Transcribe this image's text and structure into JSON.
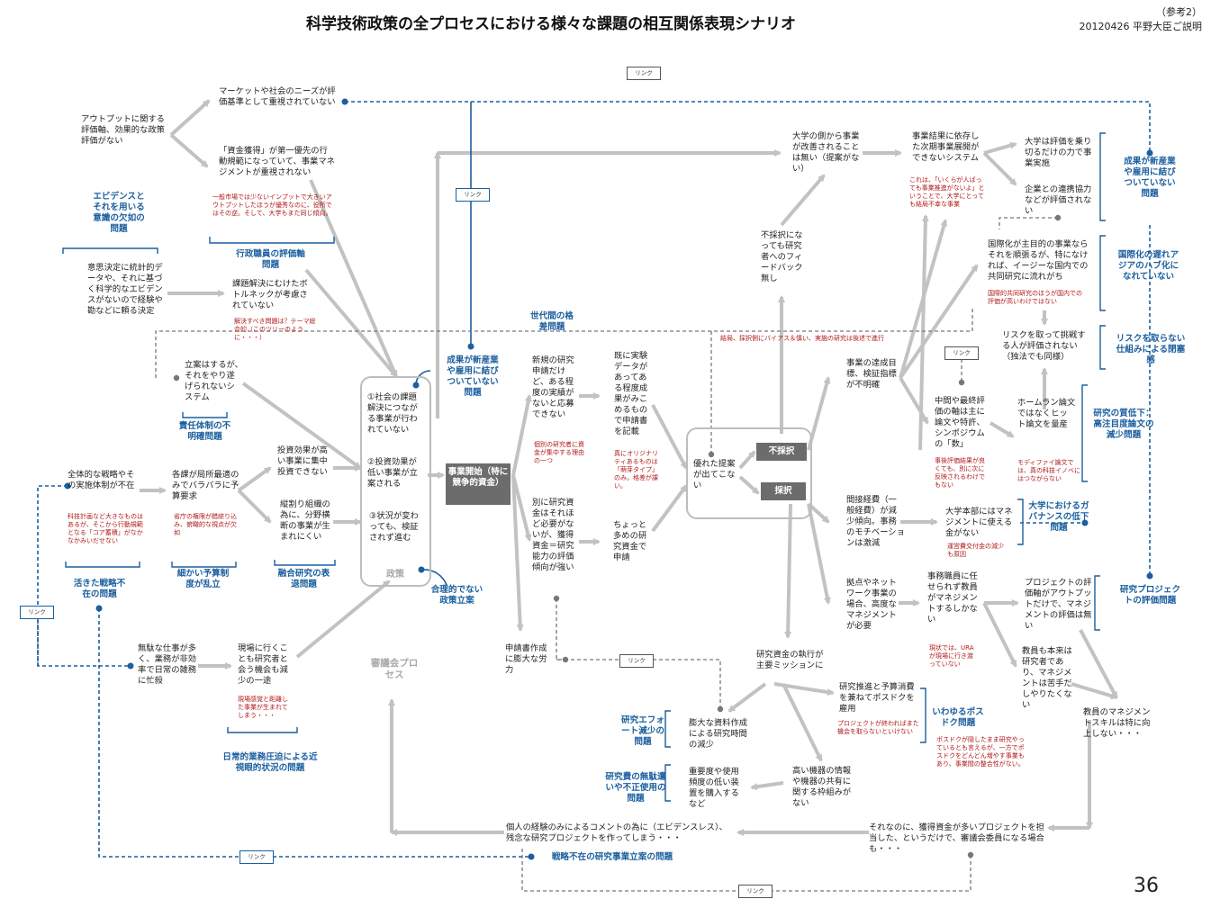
{
  "header": {
    "title": "科学技術政策の全プロセスにおける様々な課題の相互関係表現シナリオ",
    "ref": "（参考2）",
    "date": "20120426 平野大臣ご説明"
  },
  "page_number": "36",
  "link_label": "リンク",
  "nodes": {
    "output_eval": "アウトプットに関する評価軸、効果的な政策評価がない",
    "market_needs": "マーケットや社会のニーズが評価基準として重視されていない",
    "funding_first": "「資金獲得」が第一優先の行動規範になっていて、事業マネジメントが重視されない",
    "market_note": "一般市場では少ないインプットで大きいアウトプットしたほうが優秀なのに、役所ではその逆。そして、大学もまた同じ傾向。",
    "decision": "意思決定に統計的データや、それに基づく科学的なエビデンスがないので経験や勘などに頼る決定",
    "bottleneck": "課題解決にむけたボトルネックが考慮されていない",
    "bottleneck_note": "解決すべき問題は？テーマ総合的（このツリーのように・・・）",
    "plan_no_follow": "立案はするが、それをやり遂げられないシステム",
    "strategy": "全体的な戦略やその実施体制が不在",
    "strategy_note": "科技計画など大きなものはあるが、そこから行動規範となる「コア蓄積」がなかなかみいだせない",
    "ministry_budget": "各課が局所最適のみでバラバラに予算要求",
    "ministry_note": "省庁の権限が錯綜り込み、俯瞰的な視点が欠如",
    "invest_low": "投資効果が高い事業に集中投資できない",
    "vertical": "縦割り組織の為に、分野横断の事業が生まれにくい",
    "busy": "無駄な仕事が多く、業務が非効率で日常の雑務に忙殺",
    "site": "現場に行くことも研究者と会う機会も減少の一途",
    "site_note": "現場感覚と距離した事業が生まれてしまう・・・",
    "policy_1": "①社会の課題解決につながる事業が行われていない",
    "policy_2": "②投資効果が低い事業が立案される",
    "policy_3": "③状況が変わっても、検証されず進む",
    "new_apply": "新規の研究申請だけど、ある程度の実績がないと応募できない",
    "new_apply_note": "個別の研究者に資金が集中する理由の一つ",
    "already": "既に実験データがあってある程度成果がみこめるもので申請書を記載",
    "already_note": "真にオリジナリティあるものは「萌芽タイプ」のみ。格差が課い。",
    "separate": "別に研究資金はそれほど必要がないが、獲得資金＝研究能力の評価傾向が強い",
    "small": "ちょっと多めの研究資金で申請",
    "paper_work": "申請書作成に膨大な労力",
    "good_proposal": "優れた提案が出てこない",
    "no_feedback": "不採択になっても研究者へのフィードバック無し",
    "univ_not_improve": "大学の側から事業が改善されることは無い（提案がない）",
    "after_project": "事業結果に依存した次期事業展開ができないシステム",
    "after_note": "これは、「いくらが人ばっても事業推進がないよ」ということで、大学にとっても結局不幸な事業",
    "univ_eval": "大学は評価を乗り切るだけの力で事業実施",
    "univ_collab": "企業との連携協力などが評価されない",
    "global": "国際化が主目的の事業ならそれを順張るが、特になければ、イージーな国内での共同研究に流れがち",
    "global_note": "国際的共同研究のほうが国内での評価が高いわけではない",
    "risk": "リスクを取って挑戦する人が評価されない（独法でも同様）",
    "home_run": "ホームラン論文ではなくヒット論文を量産",
    "home_note": "モディファイ論文では、真の科技イノベにはつながらない",
    "mid_eval": "中間や最終評価の軸は主に論文や特許、シンポジウムの「数」",
    "mid_note": "事後評価結果が良くても、別に次に反映されるわけでもない",
    "achieve": "事業の達成目標、検証指標が不明確",
    "indirect": "間接経費（一般経費）が減少傾向。事務のモチベーションは激減",
    "univ_mgmt": "大学本部にはマネジメントに使える金がない",
    "univ_mgmt_note": "運営費交付金の減少も原因",
    "network": "拠点やネットワーク事業の場合、高度なマネジメントが必要",
    "staff": "事務職員に任せられず教員がマネジメントするしかない",
    "staff_note": "現状では、URAが現場に行き渡っていない",
    "proj_eval": "プロジェクトの評価軸がアウトプットだけで、マネジメントの評価は無い",
    "teacher": "教員も本来は研究者であり、マネジメントは苦手だしやりたくない",
    "teacher_mgmt": "教員のマネジメントスキルは特に向上しない・・・",
    "mission": "研究資金の執行が主要ミッションに",
    "postdoc": "研究推進と予算消費を兼ねてポスドクを雇用",
    "postdoc_note": "プロジェクトが終わればまた機会を取らないといけない",
    "postdoc_note2": "ポスドクが隠したまま研究やっているとも言えるが、一方でポスドクをどんどん増やす事業もあり、事業間の整合性がない。",
    "docs": "膨大な資料作成による研究時間の減少",
    "equipment_low": "重要度や使用頻度の低い装置を購入するなど",
    "equipment_high": "高い機器の情報や機器の共有に関する枠組みがない",
    "personal": "個人の経験のみによるコメントの為に（エビデンスレス）、残念な研究プロジェクトを作ってしまう・・・",
    "reviewer": "それなのに、獲得資金が多いプロジェクトを担当した、というだけで、審議会委員になる場合も・・・",
    "top_note": "結局、採択側にバイアス＆慎い、実施の研究は後述で進行"
  },
  "labels": {
    "evidence": "エビデンスとそれを用いる意識の欠如の問題",
    "admin_eval": "行政職員の評価軸問題",
    "responsibility": "責任体制の不明確問題",
    "strategy_absent": "活きた戦略不在の問題",
    "budget_scatter": "細かい予算制度が乱立",
    "fusion": "融合研究の表退問題",
    "daily": "日常的業務圧迫による近視眼的状況の問題",
    "result_link_mid": "成果が新産業や雇用に結びついていない問題",
    "irrational": "合理的でない政策立案",
    "generation": "世代間の格差問題",
    "result_link_top": "成果が新産業や雇用に結びついていない問題",
    "global_asia": "国際化の遅れアジアのハブ化になれていない",
    "risk_lock": "リスクを取らない仕組みによる閉塞感",
    "quality": "研究の質低下：高注目度論文の減少問題",
    "governance": "大学におけるガバナンスの低下問題",
    "proj_eval_label": "研究プロジェクトの評価問題",
    "postdoc_label": "いわゆるポスドク問題",
    "effort": "研究エフォート減少の問題",
    "waste": "研究費の無駄遣いや不正使用の問題",
    "strategy_absent_bottom": "戦略不在の研究事業立案の問題"
  },
  "boxes": {
    "project_start": "事業開始（特に競争的資金）",
    "reject": "不採択",
    "accept": "採択",
    "policy": "政策",
    "council": "審議会プロセス"
  },
  "colors": {
    "link_blue": "#1b5f9e",
    "arrow_gray": "#c2c2c2",
    "note_red": "#b01818",
    "dark_box": "#6c6c6c"
  }
}
